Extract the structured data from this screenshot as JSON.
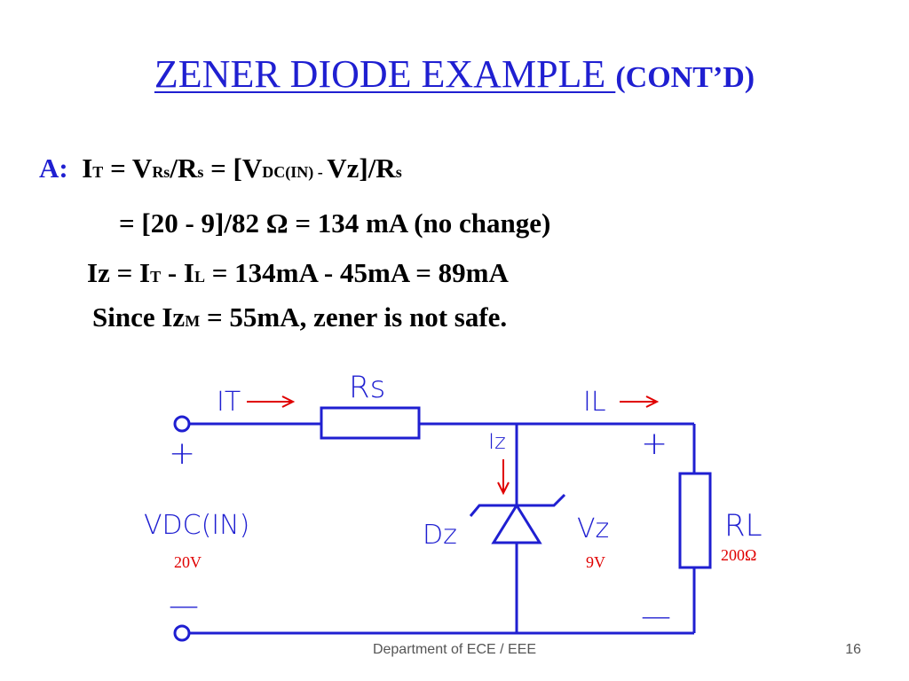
{
  "title": {
    "main": "ZENER DIODE EXAMPLE ",
    "cont": "(CONT’D)"
  },
  "body": {
    "label": "A:",
    "eq1": {
      "I": "I",
      "T": "T",
      "eq_v": " = V",
      "Rs_sub": "Rs",
      "slash_r": "/R",
      "s_sub1": "s",
      "eq_bracket": " = [V",
      "dcin_sub": "DC(IN)",
      "dash": " - ",
      "vz": "Vz",
      "close": "]/R",
      "s_sub2": "s"
    },
    "eq2": "= [20 - 9]/82 Ω  = 134 mA  (no change)",
    "eq3": {
      "iz": "Iz = I",
      "T": "T",
      "minus": " - I",
      "L": "L",
      "rest": " = 134mA - 45mA  = 89mA"
    },
    "eq4": {
      "since": "Since Iz",
      "M": "M",
      "rest": " = 55mA, zener is not safe."
    }
  },
  "circuit": {
    "it_label": "IT",
    "rs_label": "Rs",
    "il_label": "IL",
    "iz_label": "Iz",
    "plus_left": "+",
    "minus_left": "—",
    "plus_right": "+",
    "minus_right": "—",
    "vdc_label": "VDC(IN)",
    "vdc_value": "20V",
    "dz_label": "Dz",
    "vz_label": "Vz",
    "vz_value": "9V",
    "rl_label": "RL",
    "rl_value": "200Ω"
  },
  "footer": {
    "department": "Department of ECE / EEE",
    "page": "16"
  },
  "colors": {
    "title": "#1f1fd1",
    "circuit": "#1f1fd1",
    "arrow": "#e00000",
    "values": "#e00000"
  }
}
